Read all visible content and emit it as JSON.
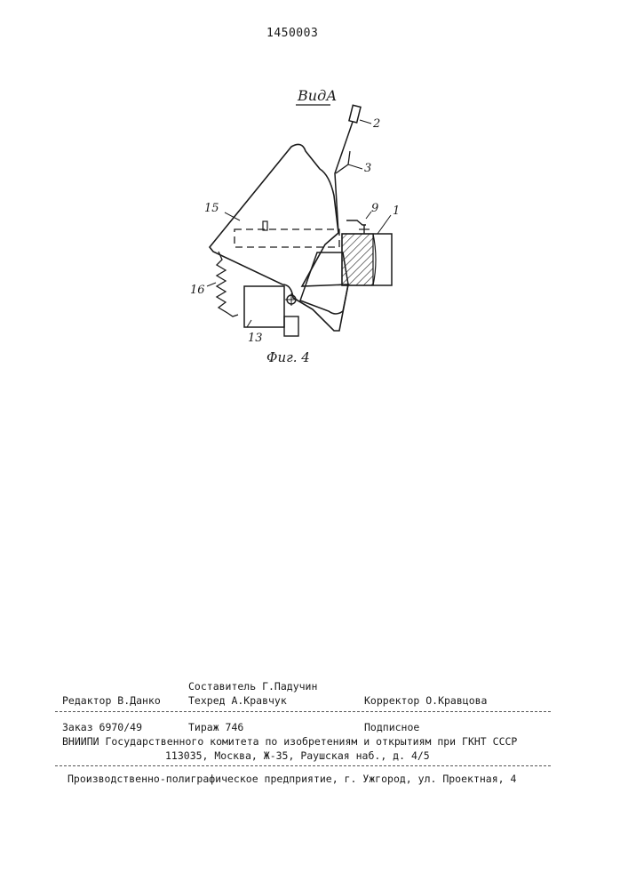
{
  "header": {
    "page_number": "1450003"
  },
  "figure": {
    "view_label": "ВидА",
    "caption": "Фиг. 4",
    "labels": {
      "l2": "2",
      "l3": "3",
      "l9": "9",
      "l1": "1",
      "l15": "15",
      "l16": "16",
      "l13": "13"
    }
  },
  "colophon": {
    "compiler": "Составитель Г.Падучин",
    "editor": "Редактор В.Данко",
    "techred": "Техред А.Кравчук",
    "corrector": "Корректор О.Кравцова",
    "order": "Заказ 6970/49",
    "circulation": "Тираж 746",
    "subscription": "Подписное",
    "vniipi": "ВНИИПИ Государственного комитета по изобретениям и открытиям при ГКНТ СССР",
    "address": "113035, Москва, Ж-35, Раушская наб., д. 4/5",
    "printer": "Производственно-полиграфическое предприятие, г. Ужгород, ул. Проектная, 4"
  }
}
